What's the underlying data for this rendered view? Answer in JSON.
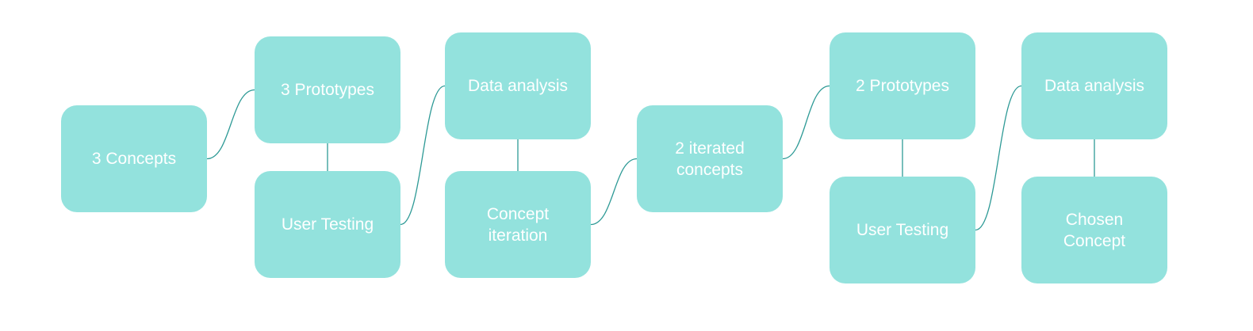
{
  "diagram": {
    "colors": {
      "node_fill": "#93e2dd",
      "node_text": "#ffffff",
      "connector": "#2e9a96"
    },
    "nodes": [
      {
        "id": "n1",
        "label": "3 Concepts"
      },
      {
        "id": "n2",
        "label": "3 Prototypes"
      },
      {
        "id": "n3",
        "label": "User Testing"
      },
      {
        "id": "n4",
        "label": "Data analysis"
      },
      {
        "id": "n5",
        "label": "Concept\niteration"
      },
      {
        "id": "n6",
        "label": "2 iterated\nconcepts"
      },
      {
        "id": "n7",
        "label": "2 Prototypes"
      },
      {
        "id": "n8",
        "label": "User Testing"
      },
      {
        "id": "n9",
        "label": "Data analysis"
      },
      {
        "id": "n10",
        "label": "Chosen\nConcept"
      }
    ],
    "edges": [
      {
        "from": "n1",
        "to": "n2"
      },
      {
        "from": "n2",
        "to": "n3"
      },
      {
        "from": "n3",
        "to": "n4"
      },
      {
        "from": "n4",
        "to": "n5"
      },
      {
        "from": "n5",
        "to": "n6"
      },
      {
        "from": "n6",
        "to": "n7"
      },
      {
        "from": "n7",
        "to": "n8"
      },
      {
        "from": "n8",
        "to": "n9"
      },
      {
        "from": "n9",
        "to": "n10"
      }
    ]
  }
}
